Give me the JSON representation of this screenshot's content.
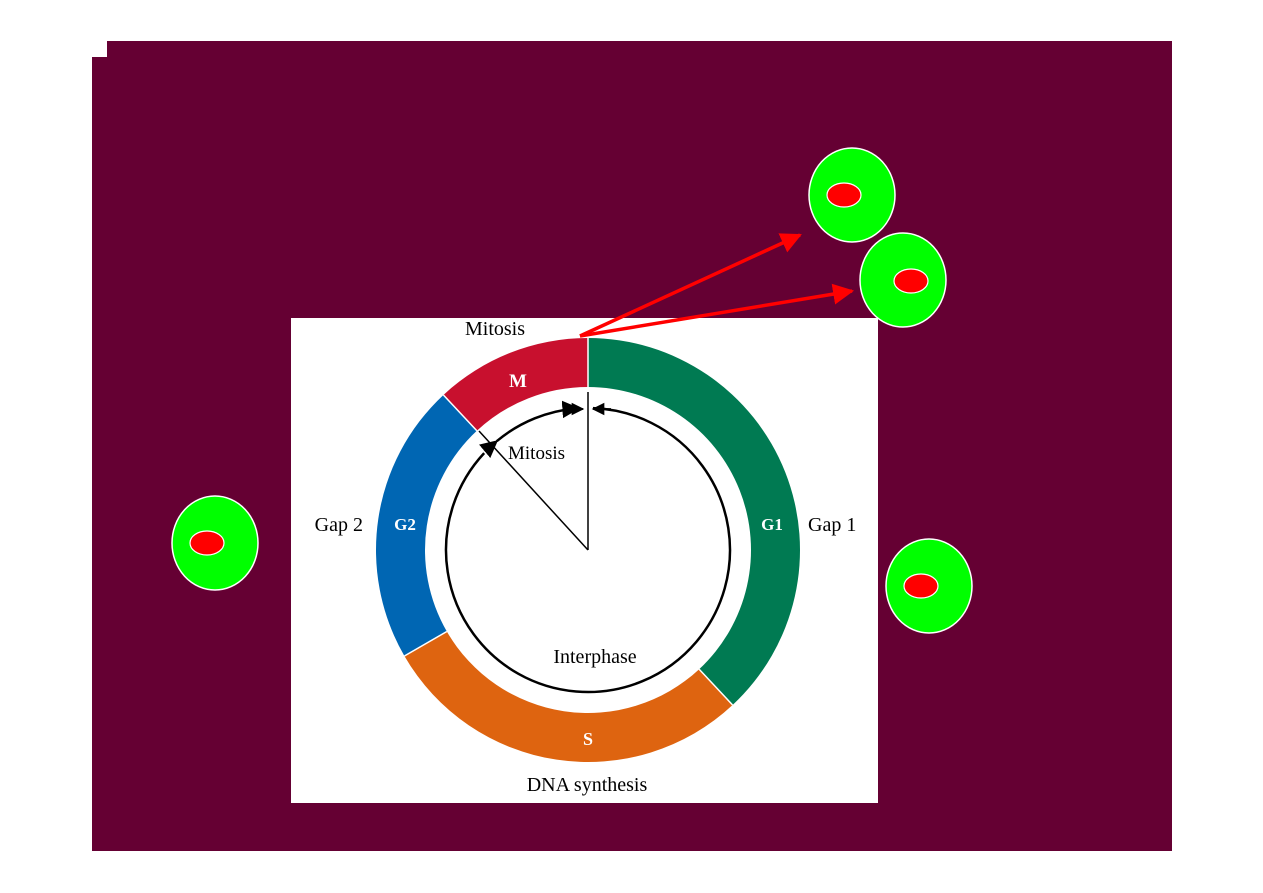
{
  "colors": {
    "slide_background": "#650033",
    "figure_background": "#ffffff",
    "phase_m": "#c8102e",
    "phase_g1": "#007a52",
    "phase_s": "#de6410",
    "phase_g2": "#0066b3",
    "cell_cytoplasm": "#00ff00",
    "cell_nucleus": "#ff0000",
    "arrow": "#ff0000"
  },
  "diagram": {
    "phase_labels": {
      "m": "M",
      "g1": "G1",
      "s": "S",
      "g2": "G2"
    },
    "outer_labels": {
      "mitosis": "Mitosis",
      "gap1": "Gap 1",
      "gap2": "Gap 2",
      "dna_synthesis": "DNA synthesis"
    },
    "inner_labels": {
      "mitosis": "Mitosis",
      "interphase": "Interphase"
    }
  },
  "cells": [
    {
      "name": "daughter-cell-1"
    },
    {
      "name": "daughter-cell-2"
    },
    {
      "name": "cell-left"
    },
    {
      "name": "cell-right"
    }
  ]
}
